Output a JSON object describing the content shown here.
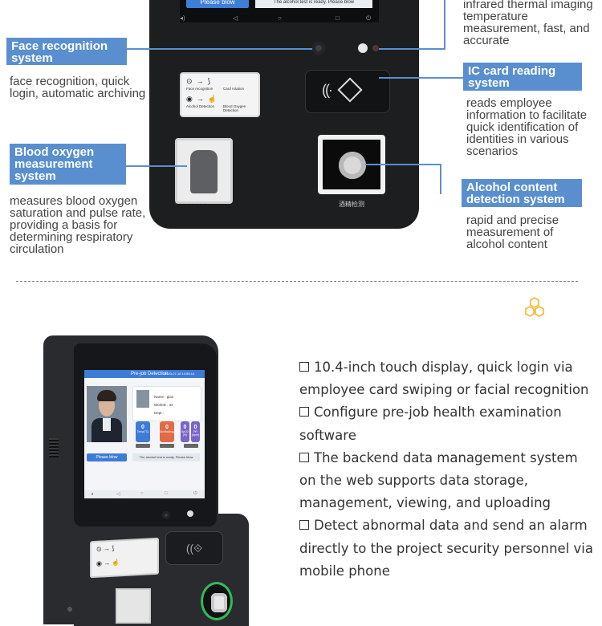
{
  "screen_top": {
    "button": "Please blow",
    "message": "The alcohol test is ready. Please blow"
  },
  "callouts": {
    "infrared": {
      "desc": "infrared thermal imaging temperature measurement, fast, and accurate"
    },
    "face": {
      "title": "Face recognition system",
      "desc": "face recognition, quick login, automatic archiving"
    },
    "ic_card": {
      "title": "IC card reading system",
      "desc": "reads employee information to facilitate quick identification of identities in various scenarios"
    },
    "blood_oxygen": {
      "title": "Blood oxygen measurement system",
      "desc": "measures blood oxygen saturation and pulse rate, providing a basis for determining respiratory circulation"
    },
    "alcohol": {
      "title": "Alcohol content detection system",
      "desc": "rapid and precise measurement of alcohol content"
    }
  },
  "device_labels": {
    "alcohol_port": "酒精检测",
    "guide_face": "Face recognition",
    "guide_card": "Card rotation",
    "guide_alcohol": "Alcohol Detection",
    "guide_oximeter": "Blood Oxygen Detection"
  },
  "display": {
    "header_title": "Pre-job Detection",
    "header_time": "2023-07-18 13:55:14",
    "name": "Name : gian",
    "workid": "WorkID : 33",
    "dept": "Dept :",
    "tiles": [
      {
        "value": "0",
        "label": "Temp(°C)",
        "color": "#3d7bd6"
      },
      {
        "value": "0",
        "label": "Alcohol(mg/100ml)",
        "color": "#e06b45"
      },
      {
        "value": "0",
        "label": "SpO2 (%)",
        "color": "#7a64c9"
      },
      {
        "value": "0",
        "label": "PR (bpm)",
        "color": "#7a64c9"
      }
    ],
    "please_button": "Please blow",
    "ready_message": "The alcohol test is ready. Please blow"
  },
  "features": [
    "10.4-inch touch display, quick login via employee card swiping or facial recognition",
    "Configure pre-job health examination software",
    "The backend data management system on the web supports data storage, management, viewing, and uploading",
    "Detect abnormal data and send an alarm directly to the project security personnel via mobile phone"
  ],
  "colors": {
    "callout_blue": "#5a8fcf",
    "logo_gold": "#f0b52a"
  }
}
